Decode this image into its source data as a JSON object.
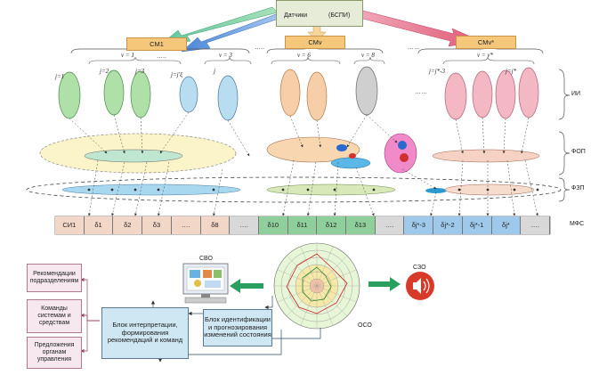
{
  "sensors": {
    "title": "Датчики",
    "subtitle": "(БСПИ)"
  },
  "cm_labels": [
    "СМ1",
    "СМν",
    "СМν*"
  ],
  "nu_labels": [
    "ν = 1",
    "ν = 3",
    "ν = 6",
    "ν = 8",
    "ν = ν*"
  ],
  "dots": [
    "…..",
    "…..",
    "……",
    "……"
  ],
  "j_labels": [
    "j=1",
    "j=2",
    "j=3",
    "j=j'ξ",
    "j",
    "j=j*-3",
    "j=j*"
  ],
  "side_labels": {
    "ii": "ИИ",
    "fop": "ФОП",
    "fzp": "ФЗП",
    "mfs": "МФС"
  },
  "mfs_cells": [
    {
      "text": "СИ1",
      "color": "#f2d6c8"
    },
    {
      "text": "δ1",
      "color": "#f2d6c8"
    },
    {
      "text": "δ2",
      "color": "#f2d6c8"
    },
    {
      "text": "δ3",
      "color": "#f2d6c8"
    },
    {
      "text": "….",
      "color": "#f2d6c8"
    },
    {
      "text": "δ8",
      "color": "#f2d6c8"
    },
    {
      "text": "….",
      "color": "#d8d8d8"
    },
    {
      "text": "δ10",
      "color": "#8fcf9c"
    },
    {
      "text": "δ11",
      "color": "#8fcf9c"
    },
    {
      "text": "δ12",
      "color": "#8fcf9c"
    },
    {
      "text": "δ13",
      "color": "#8fcf9c"
    },
    {
      "text": "….",
      "color": "#d8d8d8"
    },
    {
      "text": "δj*-3",
      "color": "#9fc9ea"
    },
    {
      "text": "δj*-2",
      "color": "#9fc9ea"
    },
    {
      "text": "δj*-1",
      "color": "#9fc9ea"
    },
    {
      "text": "δj*",
      "color": "#9fc9ea"
    },
    {
      "text": "….",
      "color": "#d8d8d8"
    }
  ],
  "bottom": {
    "cvo": "СВО",
    "szo": "СЗО",
    "oso": "ОСО",
    "interp_block": "Блок интерпретации, формирования рекомендаций и команд",
    "ident_block": "Блок идентификации и прогнозирования изменений состояния",
    "rec1": "Рекомендации подразделениям",
    "rec2": "Команды системам и средствам",
    "rec3": "Предложения органам управления"
  }
}
